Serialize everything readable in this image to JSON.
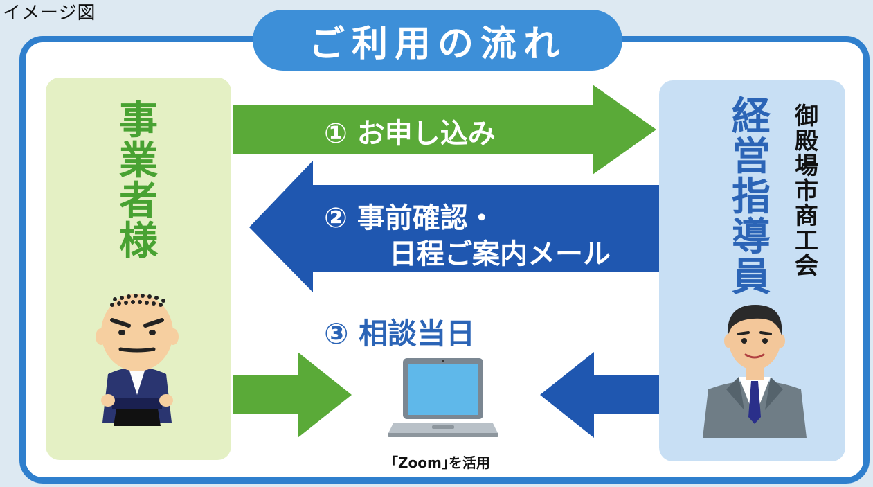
{
  "caption": "イメージ図",
  "title": "ご利用の流れ",
  "left_party": [
    "事",
    "業",
    "者",
    "様"
  ],
  "right_party": [
    "経",
    "営",
    "指",
    "導",
    "員"
  ],
  "organization": [
    "御",
    "殿",
    "場",
    "市",
    "商",
    "工",
    "会"
  ],
  "steps": {
    "step1": "① お申し込み",
    "step2_line1": "② 事前確認・",
    "step2_line2": "日程ご案内メール",
    "step3": "③ 相談当日"
  },
  "zoom_note": "｢Zoom｣を活用",
  "colors": {
    "frame_blue": "#2f7fcd",
    "title_blue": "#3d8fd8",
    "green_arrow": "#5aaa38",
    "blue_arrow": "#1f57b0",
    "left_panel": "#e4f0c4",
    "right_panel": "#c8dff4"
  },
  "icons": {
    "left_figure": "business-owner-illustration",
    "right_figure": "advisor-illustration",
    "center_device": "laptop-illustration"
  }
}
